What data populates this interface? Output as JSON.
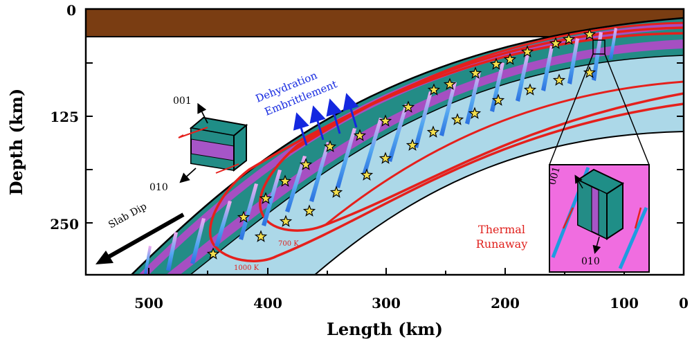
{
  "axes": {
    "x_label": "Length (km)",
    "y_label": "Depth (km)",
    "x_ticks": [
      "500",
      "400",
      "300",
      "200",
      "100",
      "0"
    ],
    "y_ticks": [
      "0",
      "125",
      "250"
    ]
  },
  "annotations": {
    "dehydration_line1": "Dehydration",
    "dehydration_line2": "Embrittlement",
    "slab_dip": "Slab Dip",
    "thermal_line1": "Thermal",
    "thermal_line2": "Runaway",
    "isotherm_700": "700 K",
    "isotherm_1000": "1000 K"
  },
  "crystal_main": {
    "axis_a": "001",
    "axis_b": "010"
  },
  "crystal_inset": {
    "axis_a": "001",
    "axis_b": "010"
  },
  "colors": {
    "crust": "#7a3d12",
    "slab": "#acd8e8",
    "purple_layer": "#a64fc2",
    "teal_layer": "#238c86",
    "isotherm": "#e5201c",
    "star": "#f4e04e",
    "inset_bg": "#f06de0",
    "arrow_blue": "#1428e0"
  }
}
